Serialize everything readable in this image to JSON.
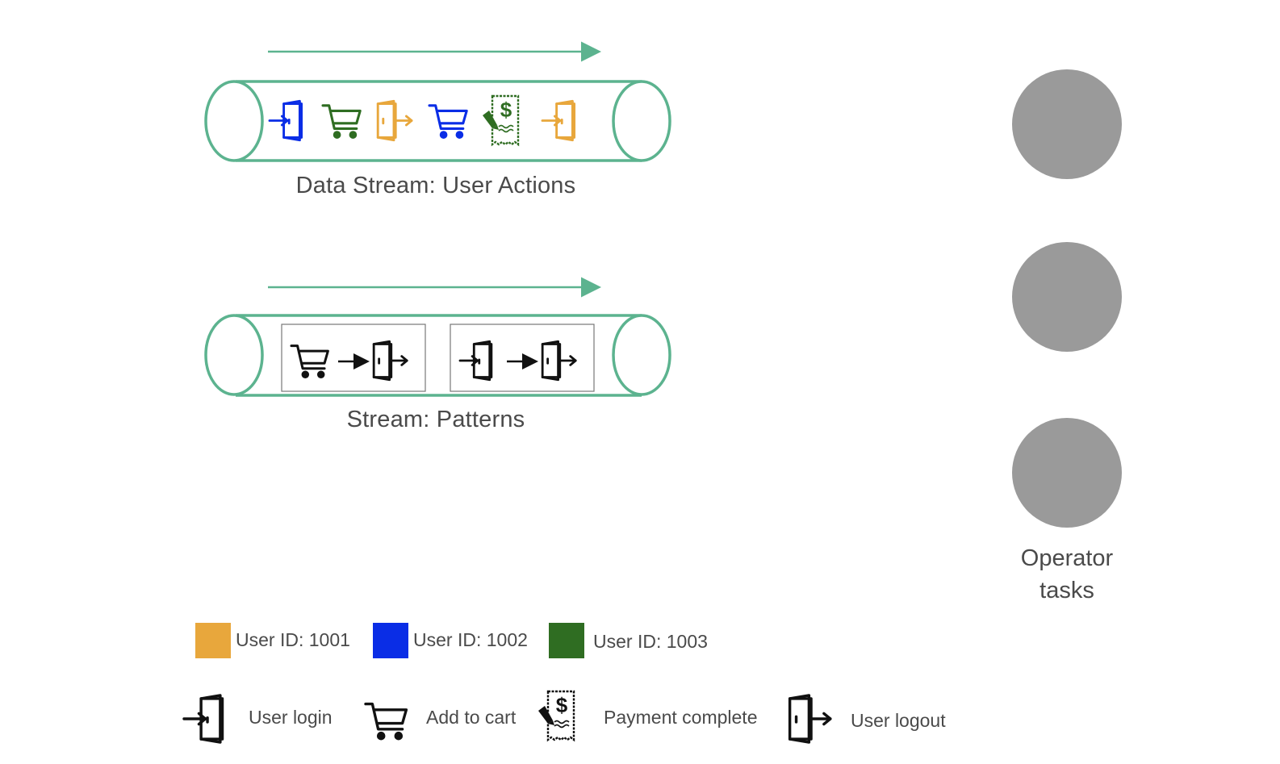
{
  "colors": {
    "pipe": "#5cb38f",
    "user_1001": "#e8a73c",
    "user_1002": "#0a2de6",
    "user_1003": "#2f6d22",
    "operator": "#9a9a9a"
  },
  "streams": {
    "user_actions": {
      "caption": "Data Stream: User Actions",
      "events": [
        {
          "action": "login-icon",
          "user": "1002"
        },
        {
          "action": "cart-icon",
          "user": "1003"
        },
        {
          "action": "logout-icon",
          "user": "1001"
        },
        {
          "action": "cart-icon",
          "user": "1002"
        },
        {
          "action": "payment-icon",
          "user": "1003"
        },
        {
          "action": "login-icon",
          "user": "1001"
        }
      ]
    },
    "patterns": {
      "caption": "Stream: Patterns",
      "patterns": [
        [
          "cart-icon",
          "logout-icon"
        ],
        [
          "login-icon",
          "logout-icon"
        ]
      ]
    }
  },
  "operator": {
    "caption_line1": "Operator",
    "caption_line2": "tasks",
    "task_count": 3
  },
  "legend": {
    "users": [
      {
        "label": "User ID: 1001",
        "color": "#e8a73c"
      },
      {
        "label": "User ID: 1002",
        "color": "#0a2de6"
      },
      {
        "label": "User ID: 1003",
        "color": "#2f6d22"
      }
    ],
    "actions": [
      {
        "icon": "login-icon",
        "label": "User login"
      },
      {
        "icon": "cart-icon",
        "label": "Add to cart"
      },
      {
        "icon": "payment-icon",
        "label": "Payment complete"
      },
      {
        "icon": "logout-icon",
        "label": "User logout"
      }
    ]
  }
}
